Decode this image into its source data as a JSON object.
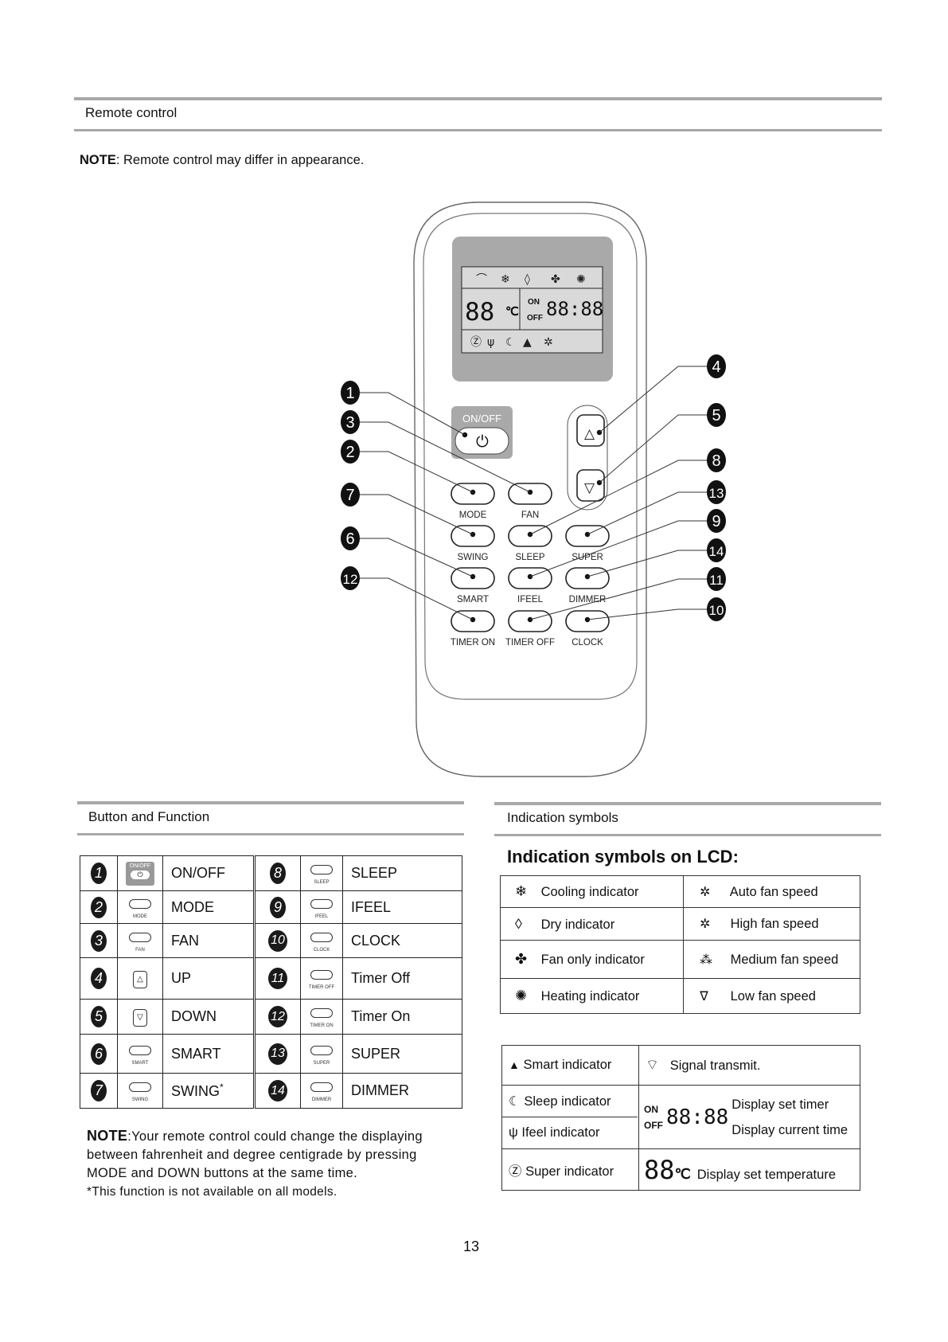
{
  "section_remote": {
    "title": "Remote control"
  },
  "note": {
    "label": "NOTE",
    "text": ": Remote control may differ in appearance."
  },
  "remote": {
    "onoff_label": "ON/OFF",
    "lcd": {
      "temp": "88",
      "unit": "℃",
      "on": "ON",
      "off": "OFF",
      "time": "88:88"
    },
    "buttons": [
      "MODE",
      "FAN",
      "SWING",
      "SLEEP",
      "SUPER",
      "SMART",
      "IFEEL",
      "DIMMER",
      "TIMER ON",
      "TIMER OFF",
      "CLOCK"
    ],
    "callouts": [
      "1",
      "3",
      "2",
      "7",
      "6",
      "12",
      "4",
      "5",
      "8",
      "13",
      "9",
      "14",
      "11",
      "10"
    ]
  },
  "section_buttons": {
    "title": "Button and Function"
  },
  "section_symbols": {
    "title": "Indication symbols"
  },
  "button_table": {
    "left": [
      {
        "num": "1",
        "icon": "ON/OFF",
        "label": "ON/OFF"
      },
      {
        "num": "2",
        "icon": "MODE",
        "label": "MODE"
      },
      {
        "num": "3",
        "icon": "FAN",
        "label": "FAN"
      },
      {
        "num": "4",
        "icon": "UP",
        "label": "UP"
      },
      {
        "num": "5",
        "icon": "DOWN",
        "label": "DOWN"
      },
      {
        "num": "6",
        "icon": "SMART",
        "label": "SMART"
      },
      {
        "num": "7",
        "icon": "SWING",
        "label": "SWING"
      }
    ],
    "right": [
      {
        "num": "8",
        "icon": "SLEEP",
        "label": "SLEEP"
      },
      {
        "num": "9",
        "icon": "IFEEL",
        "label": "IFEEL"
      },
      {
        "num": "10",
        "icon": "CLOCK",
        "label": "CLOCK"
      },
      {
        "num": "11",
        "icon": "TIMER OFF",
        "label": "Timer Off"
      },
      {
        "num": "12",
        "icon": "TIMER ON",
        "label": "Timer On"
      },
      {
        "num": "13",
        "icon": "SUPER",
        "label": "SUPER"
      },
      {
        "num": "14",
        "icon": "DIMMER",
        "label": "DIMMER"
      }
    ],
    "swing_footnote_mark": "*"
  },
  "bottom_note": {
    "label": "NOTE",
    "line1": ":Your remote control could change the displaying",
    "line2": "between fahrenheit and degree centigrade by pressing",
    "line3": "MODE and DOWN buttons at the same time.",
    "line4": "*This function is not available on all models."
  },
  "lcd_symbols": {
    "title": "Indication symbols on LCD:",
    "table1": [
      [
        "Cooling indicator",
        "Auto fan speed"
      ],
      [
        "Dry indicator",
        "High fan speed"
      ],
      [
        "Fan only indicator",
        "Medium fan speed"
      ],
      [
        "Heating indicator",
        "Low fan speed"
      ]
    ],
    "table2": {
      "smart": "Smart  indicator",
      "signal": "Signal transmit.",
      "sleep": "Sleep indicator",
      "ifeel": "Ifeel  indicator",
      "on": "ON",
      "off": "OFF",
      "time": "88:88",
      "set_timer": "Display set timer",
      "current_time": "Display current time",
      "super": "Super  indicator",
      "temp": "88",
      "unit": "℃",
      "set_temp": "Display set temperature"
    }
  },
  "page_number": "13",
  "colors": {
    "rule": "#a8a8a8",
    "lcd_bg": "#a9a9a9",
    "ink": "#111111"
  }
}
